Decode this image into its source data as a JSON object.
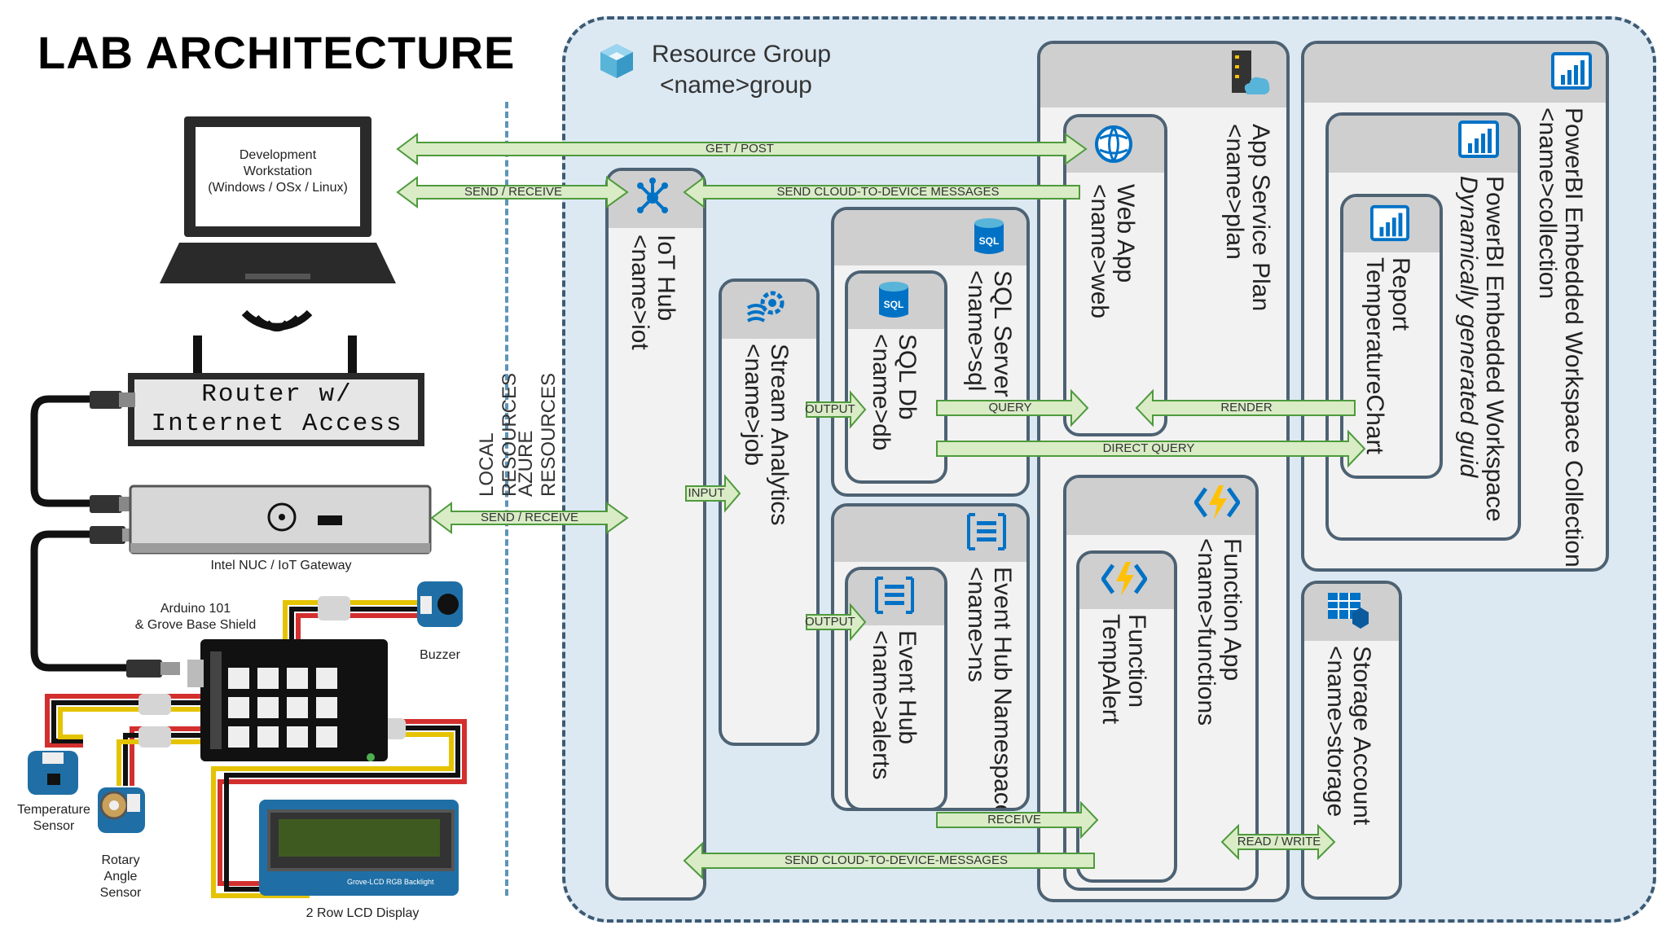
{
  "title": "LAB ARCHITECTURE",
  "resource_group": {
    "title": "Resource Group",
    "name": "<name>group"
  },
  "regions": {
    "local": "LOCAL RESOURCES",
    "azure": "AZURE RESOURCES"
  },
  "workstation": {
    "line1": "Development",
    "line2": "Workstation",
    "line3": "(Windows / OSx / Linux)"
  },
  "router": {
    "line1": "Router w/",
    "line2": "Internet Access"
  },
  "nuc": "Intel NUC / IoT Gateway",
  "arduino": {
    "line1": "Arduino 101",
    "line2": "& Grove Base Shield"
  },
  "buzzer": "Buzzer",
  "temp_sensor": {
    "line1": "Temperature",
    "line2": "Sensor"
  },
  "rotary": {
    "line1": "Rotary",
    "line2": "Angle",
    "line3": "Sensor"
  },
  "lcd": "2 Row LCD Display",
  "lcd_board": "Grove-LCD RGB Backlight",
  "components": {
    "iot_hub": {
      "type": "IoT Hub",
      "name": "<name>iot"
    },
    "stream_analytics": {
      "type": "Stream Analytics",
      "name": "<name>job"
    },
    "sql_server": {
      "type": "SQL Server",
      "name": "<name>sql"
    },
    "sql_db": {
      "type": "SQL Db",
      "name": "<name>db"
    },
    "event_hub_ns": {
      "type": "Event Hub Namespace",
      "name": "<name>ns"
    },
    "event_hub": {
      "type": "Event Hub",
      "name": "<name>alerts"
    },
    "app_service_plan": {
      "type": "App Service Plan",
      "name": "<name>plan"
    },
    "web_app": {
      "type": "Web App",
      "name": "<name>web"
    },
    "function_app": {
      "type": "Function App",
      "name": "<name>functions"
    },
    "function": {
      "type": "Function",
      "name": "TempAlert"
    },
    "pbi_collection": {
      "type": "PowerBI Embedded Workspace Collection",
      "name": "<name>collection"
    },
    "pbi_workspace": {
      "type": "PowerBI Embedded Workspace",
      "name": "Dynamically generated guid"
    },
    "report": {
      "type": "Report",
      "name": "TemperatureChart"
    },
    "storage": {
      "type": "Storage Account",
      "name": "<name>storage"
    }
  },
  "arrows": {
    "get_post": "GET / POST",
    "send_receive_top": "SEND / RECEIVE",
    "c2d_top": "SEND CLOUD-TO-DEVICE MESSAGES",
    "send_receive_nuc": "SEND / RECEIVE",
    "input": "INPUT",
    "output_sql": "OUTPUT",
    "query": "QUERY",
    "render": "RENDER",
    "direct_query": "DIRECT QUERY",
    "output_eh": "OUTPUT",
    "receive": "RECEIVE",
    "c2d_bottom": "SEND CLOUD-TO-DEVICE-MESSAGES",
    "read_write": "READ / WRITE"
  },
  "icons": {
    "resource_group": "resource-group-cube-icon",
    "iot_hub": "iot-hub-icon",
    "stream_analytics": "stream-analytics-icon",
    "sql": "sql-icon",
    "event_hub": "event-hub-icon",
    "app_service_plan": "app-service-plan-icon",
    "web_app": "web-app-globe-icon",
    "function": "lightning-function-icon",
    "powerbi": "powerbi-icon",
    "storage": "storage-account-icon"
  },
  "colors": {
    "azure_bg": "#dce9f3",
    "box_border": "#4d6273",
    "box_header": "#cfcfcf",
    "arrow_fill": "#d9ecc6",
    "arrow_stroke": "#4f9a3d",
    "azure_blue": "#0072c6"
  }
}
